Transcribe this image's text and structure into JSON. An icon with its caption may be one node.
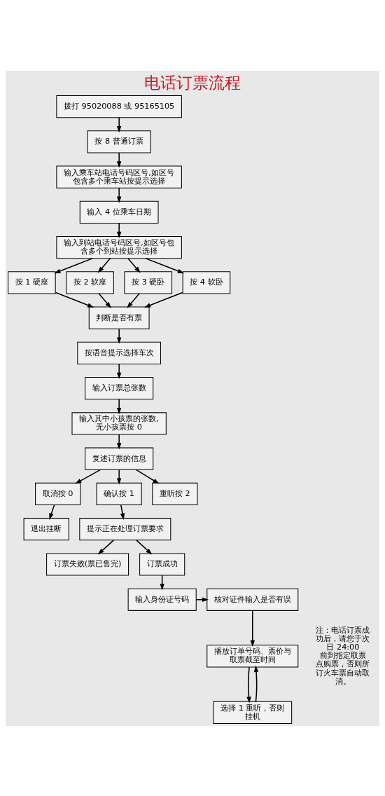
{
  "diagram": {
    "title": "电话订票流程",
    "nodes": [
      {
        "text": [
          "拨打 95020088 或 95165105"
        ]
      },
      {
        "text": [
          "按 8 普通订票"
        ]
      },
      {
        "text": [
          "输入乘车站电话号码区号,如区号包含多个乘车站按提示选择"
        ]
      },
      {
        "text": [
          "输入 4 位乘车日期"
        ]
      },
      {
        "text": [
          "输入到站电话号码区号,如区号包含多个到站按提示选择"
        ]
      },
      {
        "text": [
          "按 1 硬座"
        ]
      },
      {
        "text": [
          "按 2 软座"
        ]
      },
      {
        "text": [
          "按 3 硬卧"
        ]
      },
      {
        "text": [
          "按 4 软卧"
        ]
      },
      {
        "text": [
          "判断是否有票"
        ]
      },
      {
        "text": [
          "按语音提示选择车次"
        ]
      },
      {
        "text": [
          "输入订票总张数"
        ]
      },
      {
        "text": [
          "输入其中小孩票的张数,无小孩票按 0"
        ]
      },
      {
        "text": [
          "复述订票的信息"
        ]
      },
      {
        "text": [
          "取消按 0"
        ]
      },
      {
        "text": [
          "确认按 1"
        ]
      },
      {
        "text": [
          "重听按 2"
        ]
      },
      {
        "text": [
          "退出挂断"
        ]
      },
      {
        "text": [
          "提示正在处理订票要求"
        ]
      },
      {
        "text": [
          "订票失败(票已售完)"
        ]
      },
      {
        "text": [
          "订票成功"
        ]
      },
      {
        "text": [
          "输入身份证号码"
        ]
      },
      {
        "text": [
          "核对证件输入是否有误"
        ]
      },
      {
        "text": [
          "播放订单号码、票价与取票截至时间"
        ]
      },
      {
        "text": [
          "选择 1 重听，否则挂机"
        ]
      }
    ],
    "edges": [
      {
        "from": 0,
        "to": 1,
        "arrow": "to"
      },
      {
        "from": 1,
        "to": 2,
        "arrow": "to"
      },
      {
        "from": 2,
        "to": 3,
        "arrow": "to"
      },
      {
        "from": 3,
        "to": 4,
        "arrow": "to"
      },
      {
        "from": 4,
        "to": 5,
        "arrow": "to"
      },
      {
        "from": 4,
        "to": 6,
        "arrow": "to"
      },
      {
        "from": 4,
        "to": 7,
        "arrow": "to"
      },
      {
        "from": 4,
        "to": 8,
        "arrow": "to"
      },
      {
        "from": 5,
        "to": 9,
        "arrow": "to"
      },
      {
        "from": 6,
        "to": 9,
        "arrow": "to"
      },
      {
        "from": 7,
        "to": 9,
        "arrow": "to"
      },
      {
        "from": 8,
        "to": 9,
        "arrow": "to"
      },
      {
        "from": 9,
        "to": 10,
        "arrow": "to"
      },
      {
        "from": 10,
        "to": 11,
        "arrow": "to"
      },
      {
        "from": 11,
        "to": 12,
        "arrow": "to"
      },
      {
        "from": 12,
        "to": 13,
        "arrow": "to"
      },
      {
        "from": 13,
        "to": 14,
        "arrow": "to"
      },
      {
        "from": 13,
        "to": 15,
        "arrow": "to"
      },
      {
        "from": 13,
        "to": 16,
        "arrow": "to"
      },
      {
        "from": 14,
        "to": 17,
        "arrow": "to"
      },
      {
        "from": 15,
        "to": 18,
        "arrow": "to"
      },
      {
        "from": 18,
        "to": 19,
        "arrow": "to"
      },
      {
        "from": 18,
        "to": 20,
        "arrow": "to"
      },
      {
        "from": 20,
        "to": 21,
        "arrow": "to"
      },
      {
        "from": 21,
        "to": 22,
        "arrow": "to"
      },
      {
        "from": 22,
        "to": 23,
        "arrow": "to"
      },
      {
        "from": 23,
        "to": 24,
        "arrow": "to"
      },
      {
        "from": 24,
        "to": 23,
        "arrow": "to"
      }
    ],
    "labels": [
      "注：电话订票成功后，请您于次日 24:00 前到指定取票点购票，否则所订火车票自动取消。"
    ]
  }
}
